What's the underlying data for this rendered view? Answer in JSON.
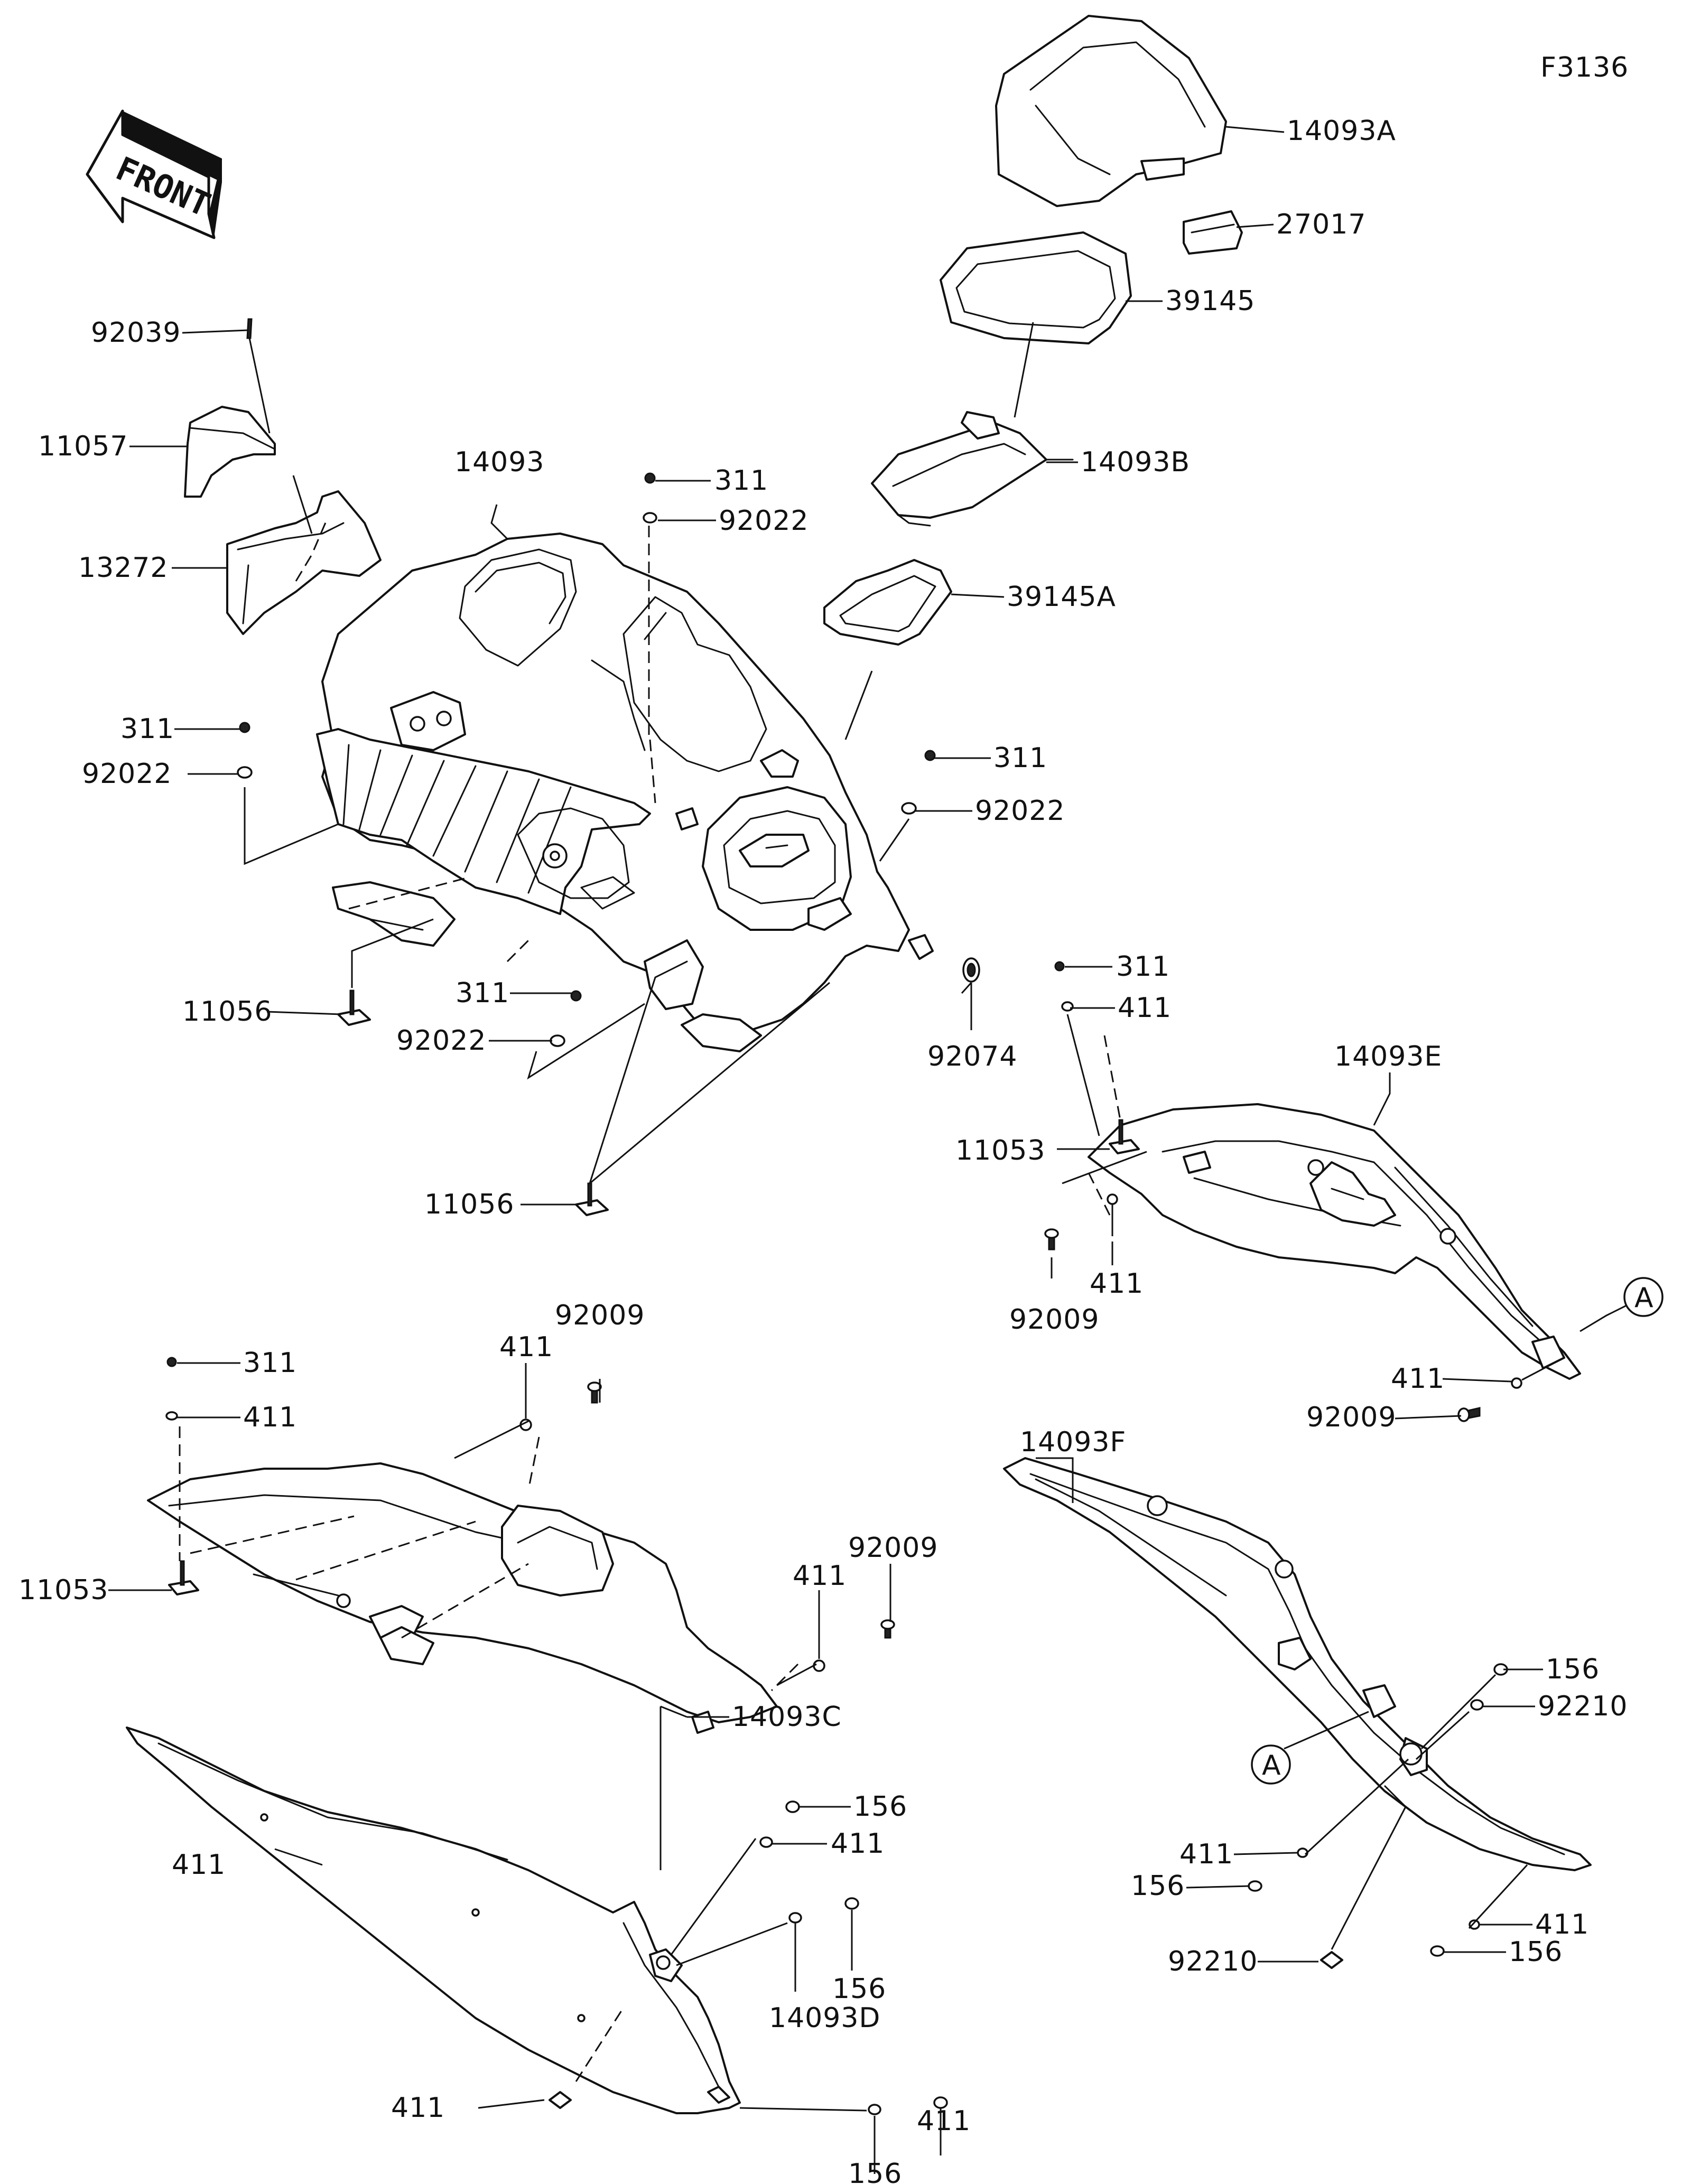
{
  "figure_code": "F3136",
  "front_arrow": {
    "text": "FRONT",
    "icon": "front-direction-arrow-icon"
  },
  "labels": [
    {
      "id": "l1",
      "text": "14093A"
    },
    {
      "id": "l2",
      "text": "27017"
    },
    {
      "id": "l3",
      "text": "39145"
    },
    {
      "id": "l4",
      "text": "92039"
    },
    {
      "id": "l5",
      "text": "11057"
    },
    {
      "id": "l6",
      "text": "14093"
    },
    {
      "id": "l7",
      "text": "311"
    },
    {
      "id": "l8",
      "text": "92022"
    },
    {
      "id": "l9",
      "text": "14093B"
    },
    {
      "id": "l10",
      "text": "13272"
    },
    {
      "id": "l11",
      "text": "39145A"
    },
    {
      "id": "l12",
      "text": "311"
    },
    {
      "id": "l13",
      "text": "92022"
    },
    {
      "id": "l14",
      "text": "311"
    },
    {
      "id": "l15",
      "text": "92022"
    },
    {
      "id": "l16",
      "text": "311"
    },
    {
      "id": "l17",
      "text": "411"
    },
    {
      "id": "l18",
      "text": "14093E"
    },
    {
      "id": "l19",
      "text": "11056"
    },
    {
      "id": "l20",
      "text": "311"
    },
    {
      "id": "l21",
      "text": "92022"
    },
    {
      "id": "l22",
      "text": "92074"
    },
    {
      "id": "l23",
      "text": "11053"
    },
    {
      "id": "l24",
      "text": "11056"
    },
    {
      "id": "l25",
      "text": "92009"
    },
    {
      "id": "l26",
      "text": "411"
    },
    {
      "id": "l27",
      "text": "92009"
    },
    {
      "id": "l28",
      "text": "411"
    },
    {
      "id": "l29",
      "text": "92009"
    },
    {
      "id": "l30",
      "text": "311"
    },
    {
      "id": "l31",
      "text": "411"
    },
    {
      "id": "l32",
      "text": "411"
    },
    {
      "id": "l33",
      "text": "14093F"
    },
    {
      "id": "l34",
      "text": "11053"
    },
    {
      "id": "l35",
      "text": "92009"
    },
    {
      "id": "l36",
      "text": "411"
    },
    {
      "id": "l37",
      "text": "14093C"
    },
    {
      "id": "l38",
      "text": "156"
    },
    {
      "id": "l39",
      "text": "411"
    },
    {
      "id": "l40",
      "text": "156"
    },
    {
      "id": "l41",
      "text": "411"
    },
    {
      "id": "l42",
      "text": "14093D"
    },
    {
      "id": "l43",
      "text": "411"
    },
    {
      "id": "l44",
      "text": "156"
    },
    {
      "id": "l45",
      "text": "411"
    },
    {
      "id": "l46",
      "text": "156"
    },
    {
      "id": "l47",
      "text": "92210"
    },
    {
      "id": "l48",
      "text": "411"
    },
    {
      "id": "l49",
      "text": "156"
    },
    {
      "id": "l50",
      "text": "92210"
    },
    {
      "id": "l51",
      "text": "411"
    },
    {
      "id": "l52",
      "text": "156"
    }
  ],
  "callouts": [
    {
      "id": "c1",
      "text": "A"
    },
    {
      "id": "c2",
      "text": "A"
    }
  ]
}
